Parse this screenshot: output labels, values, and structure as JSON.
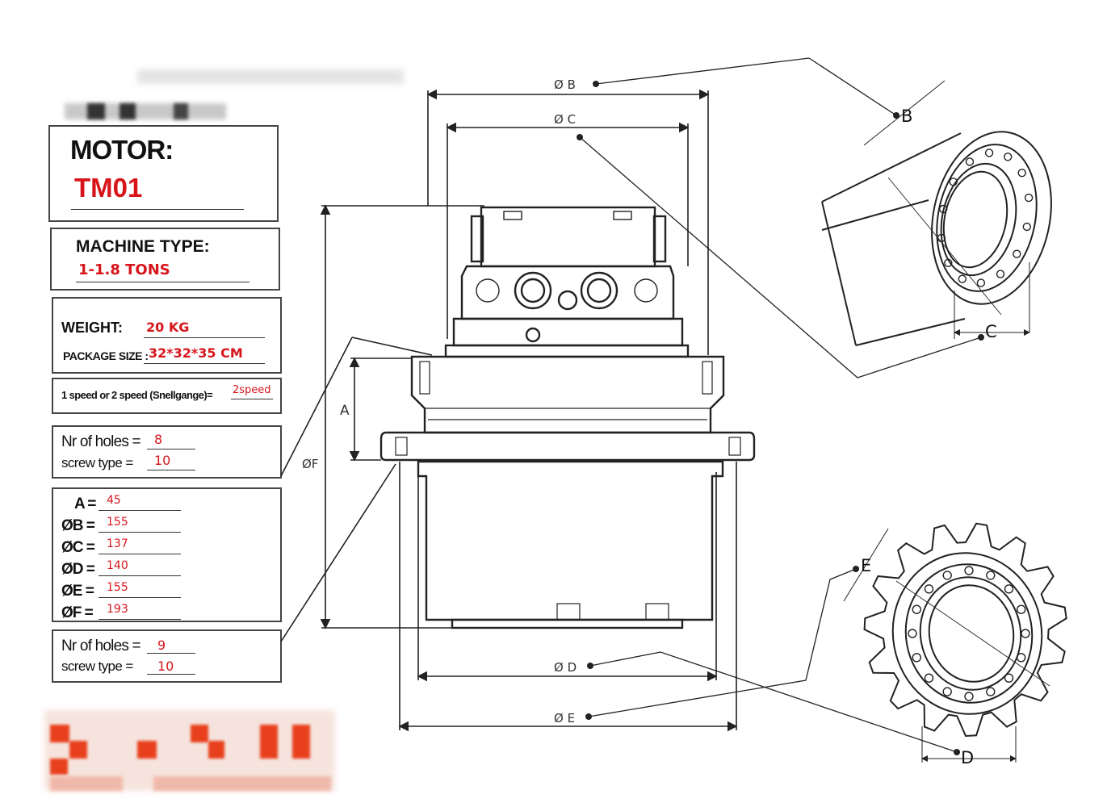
{
  "motor": {
    "label": "MOTOR:",
    "model": "TM01"
  },
  "machine": {
    "label": "MACHINE TYPE:",
    "value": "1-1.8 TONS"
  },
  "weight": {
    "label": "WEIGHT:",
    "value": "20 KG",
    "package_label": "PACKAGE SIZE :",
    "package_value": "32*32*35 CM"
  },
  "speed": {
    "label": "1 speed or 2 speed (Snellgange)=",
    "value": "2speed"
  },
  "holes_top": {
    "nr_label": "Nr of holes =",
    "nr_value": "8",
    "screw_label": "screw type  =",
    "screw_value": "10"
  },
  "dimensions": [
    {
      "label": "A =",
      "value": "45"
    },
    {
      "label": "ØB =",
      "value": "155"
    },
    {
      "label": "ØC =",
      "value": "137"
    },
    {
      "label": "ØD =",
      "value": "140"
    },
    {
      "label": "ØE =",
      "value": "155"
    },
    {
      "label": "ØF =",
      "value": "193"
    }
  ],
  "holes_bottom": {
    "nr_label": "Nr of holes =",
    "nr_value": "9",
    "screw_label": "screw type  =",
    "screw_value": "10"
  },
  "drawing": {
    "dim_b": "Ø B",
    "dim_c": "Ø C",
    "dim_d": "Ø D",
    "dim_e": "Ø E",
    "dim_f": "ØF",
    "dim_a": "A",
    "callout_b": "B",
    "callout_c": "C",
    "callout_d": "D",
    "callout_e": "E"
  },
  "colors": {
    "value_red": "#d8141b",
    "line": "#222222",
    "logo_orange": "#e8401c"
  }
}
